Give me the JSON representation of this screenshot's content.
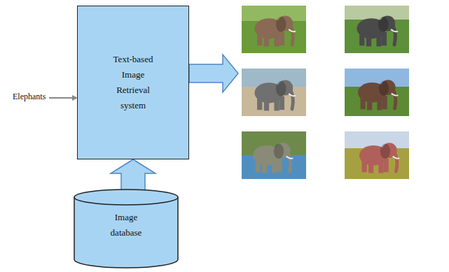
{
  "diagram": {
    "nodes": [
      {
        "text": [
          "Text-based Image Retrieval system"
        ]
      },
      {
        "text": [
          "Image database"
        ]
      }
    ],
    "edges": [
      {
        "from": 1,
        "to": 0,
        "arrow": "to"
      }
    ],
    "labels": [
      "Elephants"
    ]
  }
}
